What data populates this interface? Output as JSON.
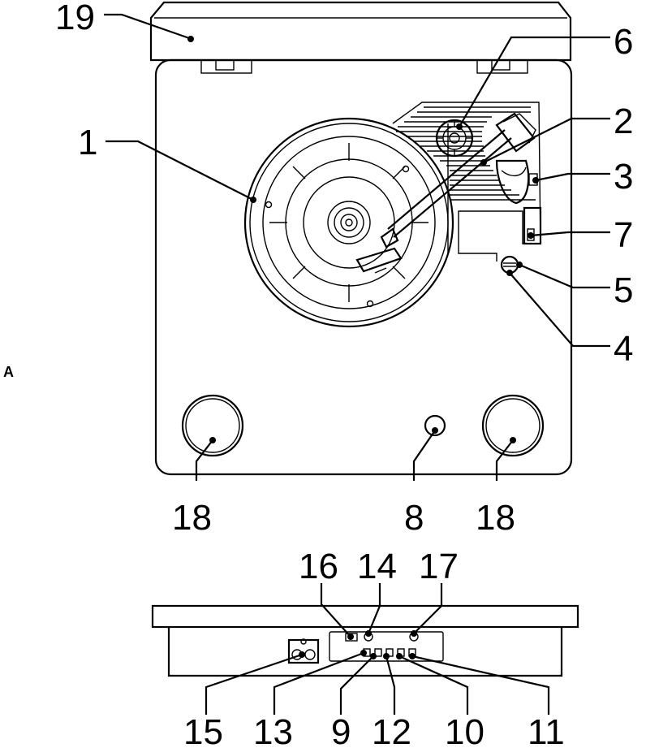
{
  "figure_label": "A",
  "callouts": {
    "c1": "1",
    "c2": "2",
    "c3": "3",
    "c4": "4",
    "c5": "5",
    "c6": "6",
    "c7": "7",
    "c8": "8",
    "c9": "9",
    "c10": "10",
    "c11": "11",
    "c12": "12",
    "c13": "13",
    "c14": "14",
    "c15": "15",
    "c16": "16",
    "c17": "17",
    "c18a": "18",
    "c18b": "18",
    "c19": "19"
  },
  "colors": {
    "line": "#000000",
    "background": "#ffffff"
  }
}
